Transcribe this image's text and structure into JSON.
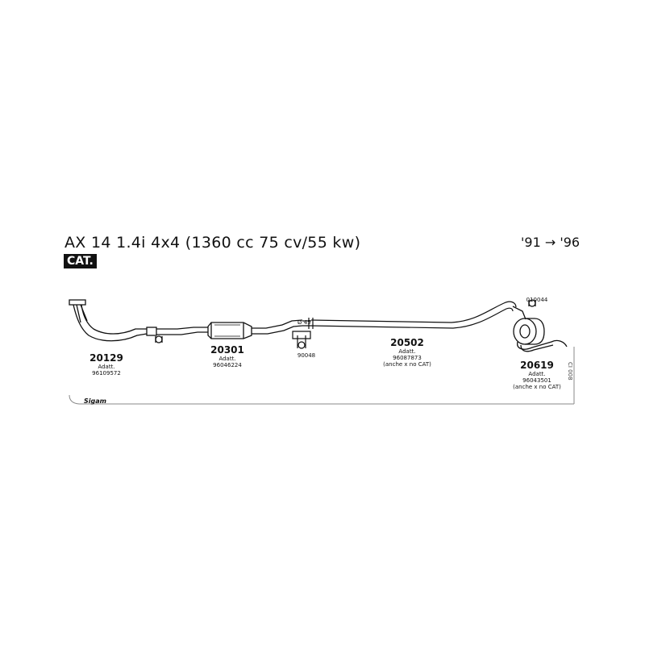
{
  "header": {
    "title": "AX 14 1.4i 4x4 (1360 cc 75 cv/55 kw)",
    "years": "'91 → '96",
    "badge": "CAT."
  },
  "parts": [
    {
      "number": "20129",
      "note": "Adatt.",
      "ref": "96109572",
      "extra": ""
    },
    {
      "number": "20301",
      "note": "Adatt.",
      "ref": "96046224",
      "extra": ""
    },
    {
      "number": "20502",
      "note": "Adatt.",
      "ref": "96087873",
      "extra": "(anche x no CAT)"
    },
    {
      "number": "20619",
      "note": "Adatt.",
      "ref": "96043501",
      "extra": "(anche x no CAT)"
    }
  ],
  "small_parts": {
    "clamp": "90048",
    "hanger": "010044",
    "diameter": "Ø 45"
  },
  "footer": {
    "brand": "Sigam",
    "code": "CI 008"
  }
}
